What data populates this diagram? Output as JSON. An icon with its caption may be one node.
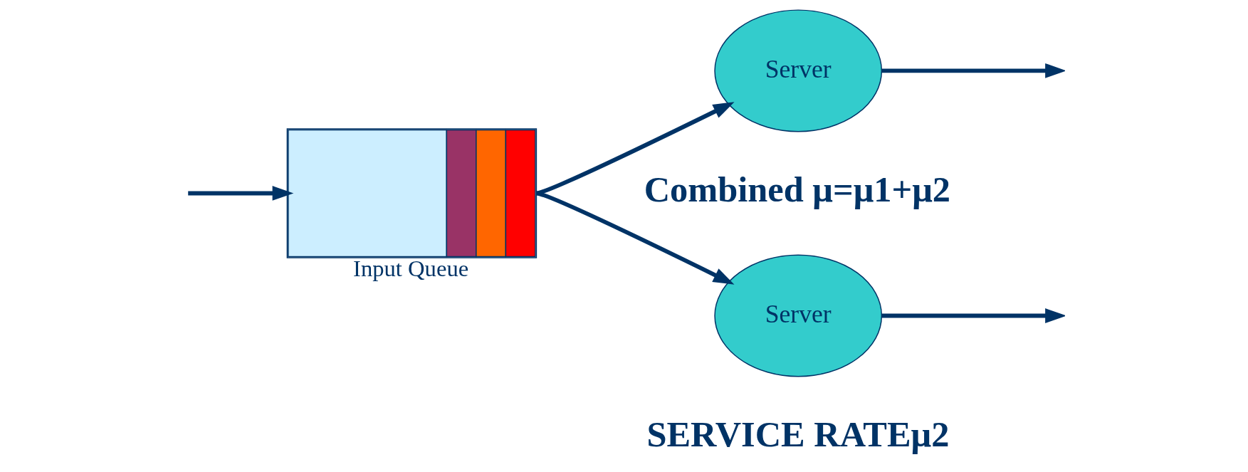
{
  "diagram": {
    "nodes": [
      {
        "text": [],
        "shape": "box",
        "beside": [
          "Input Queue"
        ]
      },
      {
        "text": [
          "Server"
        ]
      },
      {
        "text": [
          "Server"
        ]
      }
    ],
    "edges": [
      {
        "from": null,
        "to": 0,
        "arrow": "to"
      },
      {
        "from": 0,
        "to": 1,
        "arrow": "to"
      },
      {
        "from": 0,
        "to": 2,
        "arrow": "to"
      },
      {
        "from": 1,
        "to": null,
        "arrow": "to"
      },
      {
        "from": 2,
        "to": null,
        "arrow": "to"
      }
    ],
    "labels": [
      "Combined μ=μ1+μ2",
      "SERVICE RATEμ2"
    ]
  }
}
